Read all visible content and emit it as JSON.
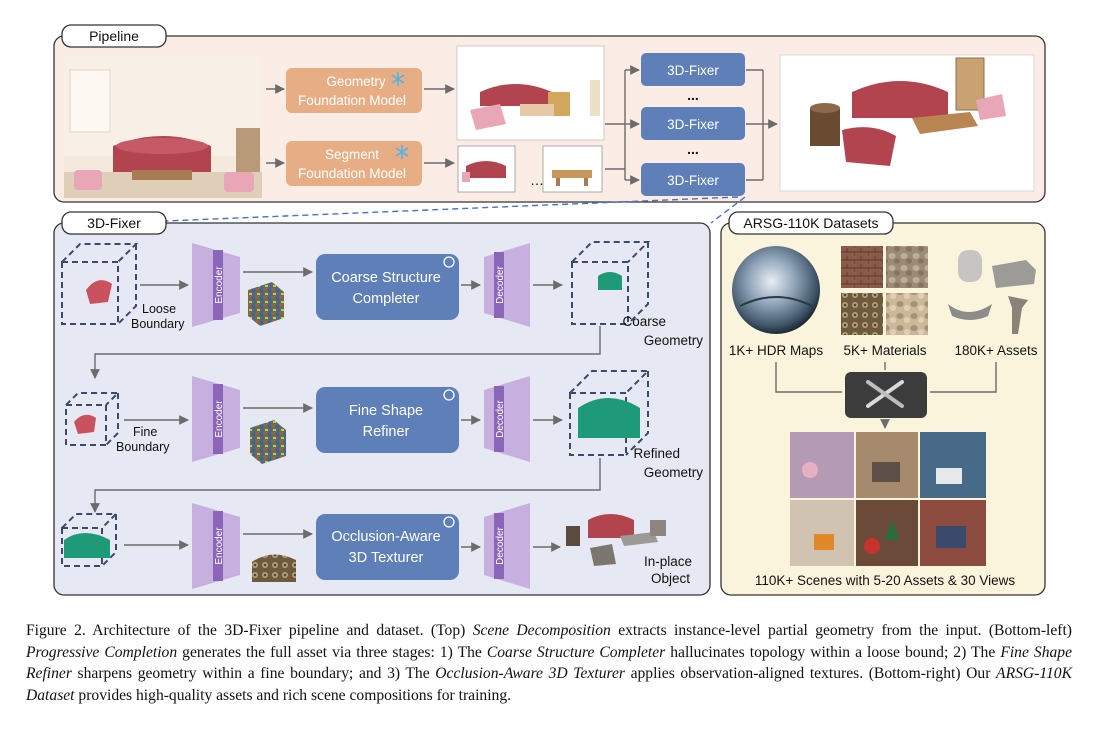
{
  "pipeline": {
    "label": "Pipeline",
    "geometry_model": [
      "Geometry",
      "Foundation Model"
    ],
    "segment_model": [
      "Segment",
      "Foundation Model"
    ],
    "fixer_label": "3D-Fixer",
    "ellipsis": "...",
    "dots": "…"
  },
  "fixer_panel": {
    "label": "3D-Fixer",
    "encoder": "Encoder",
    "decoder": "Decoder",
    "stage1": {
      "block": [
        "Coarse Structure",
        "Completer"
      ],
      "input": [
        "Loose",
        "Boundary"
      ],
      "output": [
        "Coarse",
        "Geometry"
      ]
    },
    "stage2": {
      "block": [
        "Fine Shape",
        "Refiner"
      ],
      "input": [
        "Fine",
        "Boundary"
      ],
      "output": [
        "Refined",
        "Geometry"
      ]
    },
    "stage3": {
      "block": [
        "Occlusion-Aware",
        "3D Texturer"
      ],
      "output": [
        "In-place",
        "Object"
      ]
    }
  },
  "dataset_panel": {
    "label": "ARSG-110K Datasets",
    "hdr": "1K+ HDR Maps",
    "materials": "5K+ Materials",
    "assets": "180K+ Assets",
    "scenes": "110K+ Scenes with 5-20 Assets & 30 Views"
  },
  "caption": {
    "p1": "Figure 2.  Architecture of the 3D-Fixer pipeline and dataset.  (Top) ",
    "i1": "Scene Decomposition",
    "p2": " extracts instance-level partial geometry from the input. (Bottom-left) ",
    "i2": "Progressive Completion",
    "p3": " generates the full asset via three stages: 1) The ",
    "i3": "Coarse Structure Completer",
    "p4": " hallucinates topology within a loose bound; 2) The ",
    "i4": "Fine Shape Refiner",
    "p5": " sharpens geometry within a fine boundary; and 3) The ",
    "i5": "Occlusion-Aware 3D Texturer",
    "p6": " applies observation-aligned textures.  (Bottom-right) Our ",
    "i6": "ARSG-110K Dataset",
    "p7": " provides high-quality assets and rich scene compositions for training."
  },
  "colors": {
    "pipeline_bg": "#fbece6",
    "fixer_bg": "#e6e9f3",
    "dataset_bg": "#fbf4dd",
    "orange_block": "#e7ad85",
    "blue_block": "#5e7fb8",
    "encoder": "#c7b0e0",
    "sofa": "#b24450",
    "green": "#1f9a78"
  }
}
